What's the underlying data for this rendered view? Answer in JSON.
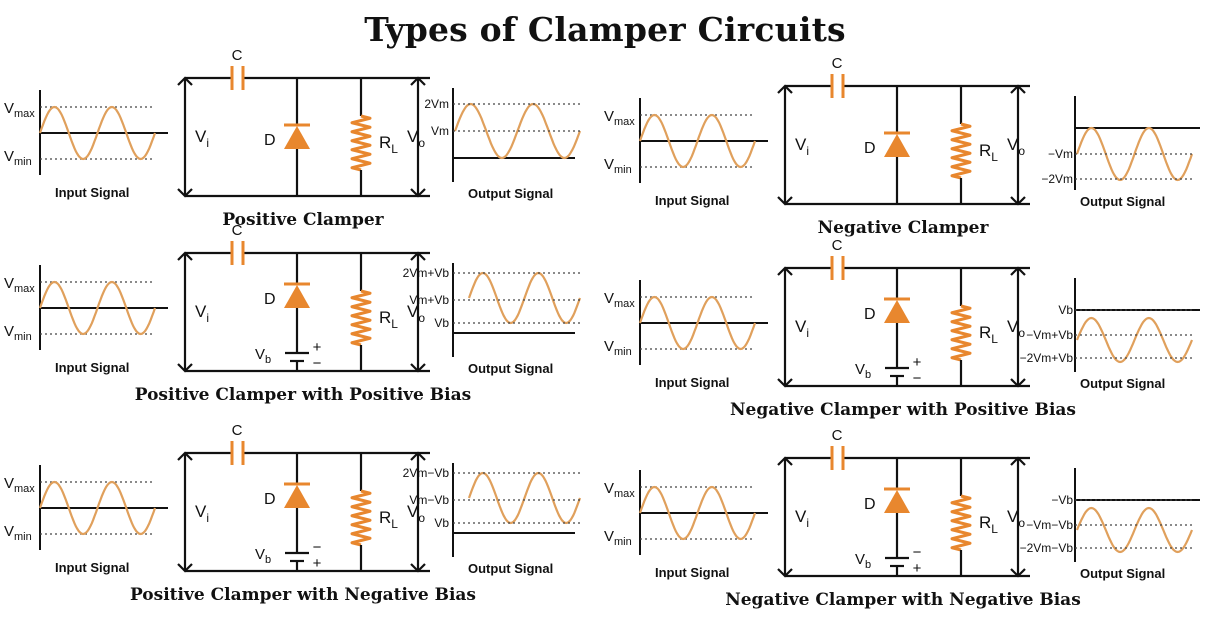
{
  "title": "Types of Clamper Circuits",
  "common": {
    "cap_label": "C",
    "diode_label": "D",
    "vi": "V",
    "vi_sub": "i",
    "vo": "V",
    "vo_sub": "o",
    "rl": "R",
    "rl_sub": "L",
    "vb": "V",
    "vb_sub": "b",
    "vmax": "V",
    "vmax_sub": "max",
    "vmin": "V",
    "vmin_sub": "min",
    "input_caption": "Input Signal",
    "output_caption": "Output Signal"
  },
  "panels": [
    {
      "id": "positive-clamper",
      "title": "Positive Clamper",
      "bias": "none",
      "out_levels": [
        "2Vm",
        "Vm"
      ]
    },
    {
      "id": "negative-clamper",
      "title": "Negative Clamper",
      "bias": "none",
      "out_levels": [
        "−Vm",
        "−2Vm"
      ]
    },
    {
      "id": "positive-clamper-positive-bias",
      "title": "Positive Clamper with Positive Bias",
      "bias": "positive",
      "bias_top_sign": "+",
      "bias_bottom_sign": "−",
      "out_levels": [
        "2Vm+Vb",
        "Vm+Vb",
        "Vb"
      ]
    },
    {
      "id": "negative-clamper-positive-bias",
      "title": "Negative Clamper with Positive Bias",
      "bias": "positive",
      "bias_top_sign": "+",
      "bias_bottom_sign": "−",
      "out_levels": [
        "Vb",
        "−Vm+Vb",
        "−2Vm+Vb"
      ]
    },
    {
      "id": "positive-clamper-negative-bias",
      "title": "Positive Clamper with Negative Bias",
      "bias": "negative",
      "bias_top_sign": "−",
      "bias_bottom_sign": "+",
      "out_levels": [
        "2Vm−Vb",
        "Vm−Vb",
        "Vb"
      ]
    },
    {
      "id": "negative-clamper-negative-bias",
      "title": "Negative Clamper with Negative Bias",
      "bias": "negative",
      "bias_top_sign": "−",
      "bias_bottom_sign": "+",
      "out_levels": [
        "−Vb",
        "−Vm−Vb",
        "−2Vm−Vb"
      ]
    }
  ],
  "colors": {
    "component": "#e8872e",
    "wave": "#e0a05c",
    "wire": "#111111"
  }
}
